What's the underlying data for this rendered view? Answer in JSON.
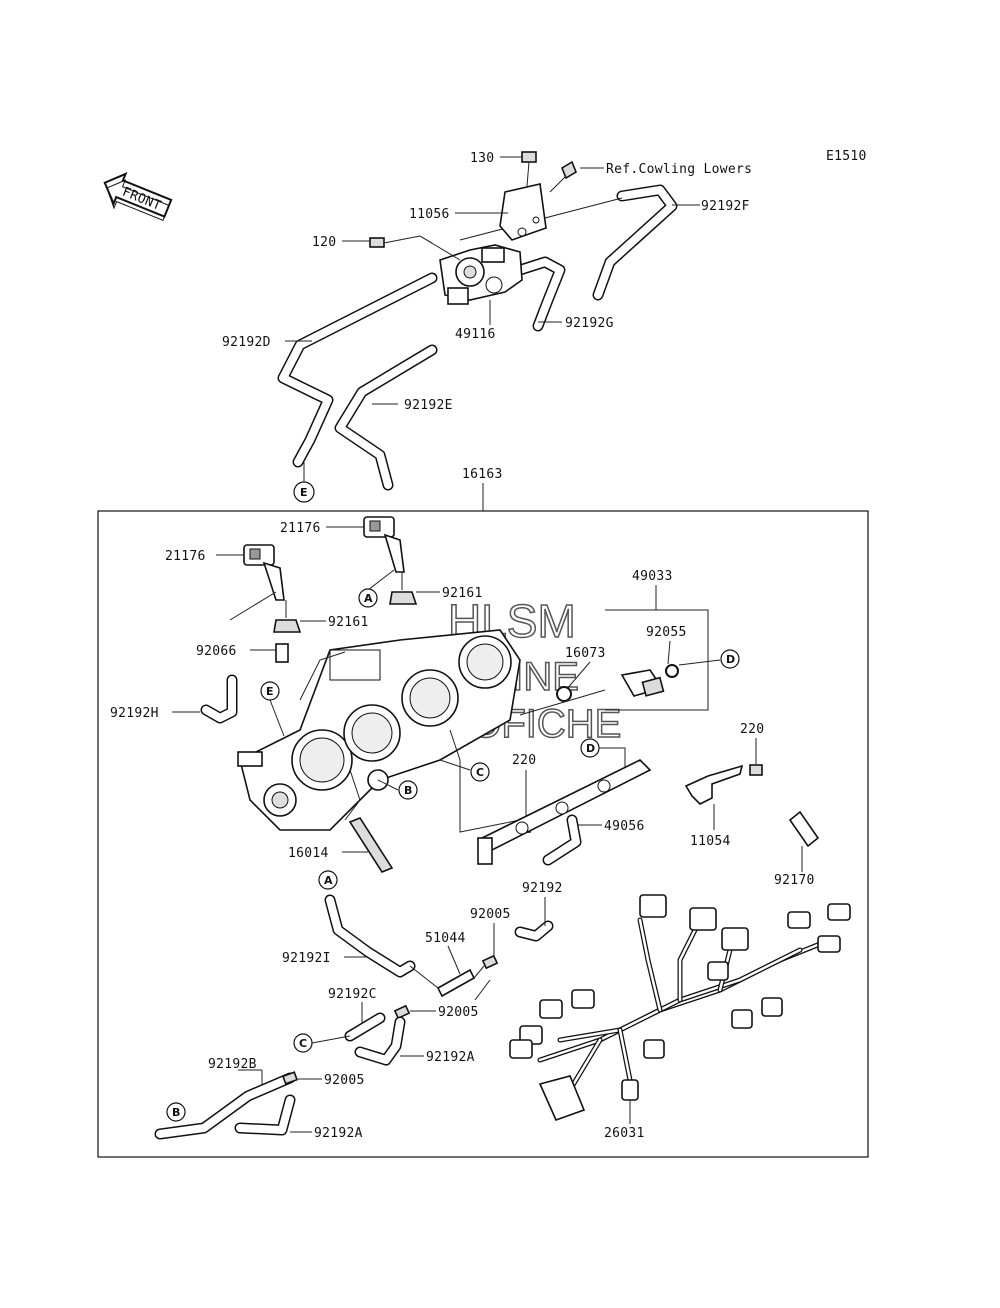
{
  "code": "E1510",
  "front_label": "FRONT",
  "ref_note": "Ref.Cowling Lowers",
  "assembly_number": "16163",
  "watermark": [
    "HLSM",
    "ONLINE",
    "MICROFICHE"
  ],
  "callouts": {
    "c130": "130",
    "c11056": "11056",
    "c120": "120",
    "c49116": "49116",
    "c92192F": "92192F",
    "c92192G": "92192G",
    "c92192D": "92192D",
    "c92192E": "92192E",
    "c21176a": "21176",
    "c21176b": "21176",
    "c92161a": "92161",
    "c92161b": "92161",
    "c92066": "92066",
    "c92192H": "92192H",
    "c49033": "49033",
    "c92055": "92055",
    "c16073": "16073",
    "c220a": "220",
    "c220b": "220",
    "c49056": "49056",
    "c11054": "11054",
    "c16014": "16014",
    "c92170": "92170",
    "c92192": "92192",
    "c92005a": "92005",
    "c51044": "51044",
    "c92192I": "92192I",
    "c92192C": "92192C",
    "c92005b": "92005",
    "c92192A1": "92192A",
    "c92192B": "92192B",
    "c92005c": "92005",
    "c92192A2": "92192A",
    "c26031": "26031"
  },
  "refs": {
    "A1": "A",
    "A2": "A",
    "B1": "B",
    "B2": "B",
    "C1": "C",
    "C2": "C",
    "D1": "D",
    "D2": "D",
    "E1": "E",
    "E2": "E"
  }
}
